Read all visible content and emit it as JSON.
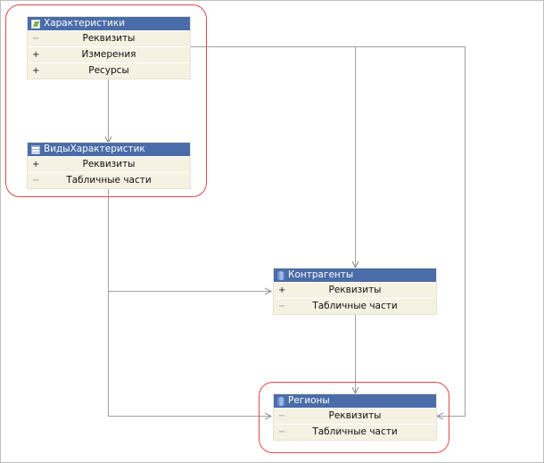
{
  "entities": {
    "characteristics": {
      "title": "Характеристики",
      "icon": "chart-of-characteristic-types-icon",
      "rows": [
        {
          "sign": "−",
          "label": "Реквизиты"
        },
        {
          "sign": "+",
          "label": "Измерения"
        },
        {
          "sign": "+",
          "label": "Ресурсы"
        }
      ]
    },
    "characteristic_kinds": {
      "title": "ВидыХарактеристик",
      "icon": "catalog-table-icon",
      "rows": [
        {
          "sign": "+",
          "label": "Реквизиты"
        },
        {
          "sign": "−",
          "label": "Табличные части"
        }
      ]
    },
    "counterparties": {
      "title": "Контрагенты",
      "icon": "catalog-cylinder-icon",
      "rows": [
        {
          "sign": "+",
          "label": "Реквизиты"
        },
        {
          "sign": "−",
          "label": "Табличные части"
        }
      ]
    },
    "regions": {
      "title": "Регионы",
      "icon": "catalog-cylinder-icon",
      "rows": [
        {
          "sign": "−",
          "label": "Реквизиты"
        },
        {
          "sign": "−",
          "label": "Табличные части"
        }
      ]
    }
  },
  "colors": {
    "header": "#4a6ca8",
    "row_bg": "#f5f1e3",
    "highlight": "#e0474c",
    "connector": "#a0a0a0"
  }
}
